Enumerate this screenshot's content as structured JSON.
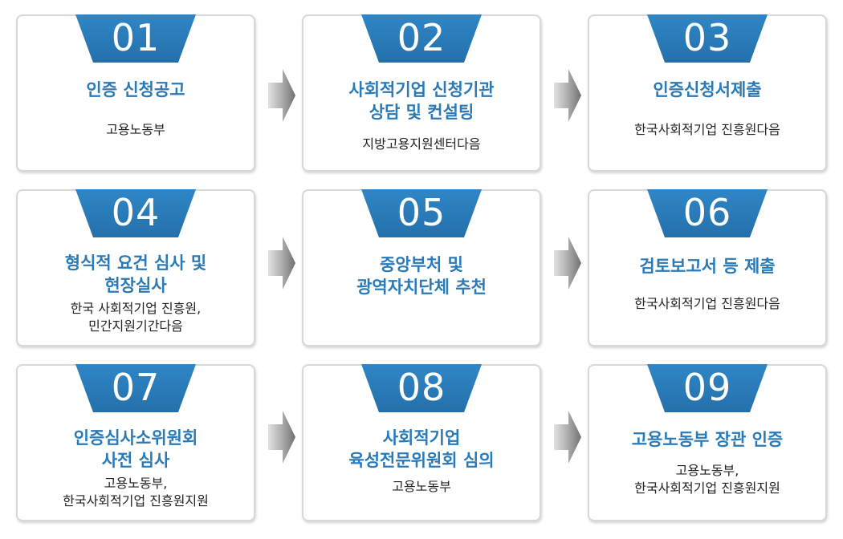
{
  "colors": {
    "accent": "#2a7ab8",
    "card_border": "#d8d8d8",
    "arrow": "#9a9a9a"
  },
  "steps": [
    {
      "number": "01",
      "title": "인증 신청공고",
      "desc": "고용노동부"
    },
    {
      "number": "02",
      "title": "사회적기업 신청기관\n상담 및 컨설팅",
      "desc": "지방고용지원센터다음"
    },
    {
      "number": "03",
      "title": "인증신청서제출",
      "desc": "한국사회적기업 진흥원다음"
    },
    {
      "number": "04",
      "title": "형식적 요건 심사 및\n현장실사",
      "desc": "한국 사회적기업 진흥원,\n민간지원기간다음"
    },
    {
      "number": "05",
      "title": "중앙부처 및\n광역자치단체 추천",
      "desc": ""
    },
    {
      "number": "06",
      "title": "검토보고서 등 제출",
      "desc": "한국사회적기업 진흥원다음"
    },
    {
      "number": "07",
      "title": "인증심사소위원회\n사전 심사",
      "desc": "고용노동부,\n한국사회적기업 진흥원지원"
    },
    {
      "number": "08",
      "title": "사회적기업\n육성전문위원회 심의",
      "desc": "고용노동부"
    },
    {
      "number": "09",
      "title": "고용노동부 장관 인증",
      "desc": "고용노동부,\n한국사회적기업 진흥원지원"
    }
  ],
  "arrows": [
    {
      "icon": "arrow-right-icon"
    },
    {
      "icon": "arrow-right-icon"
    },
    {
      "icon": "arrow-right-icon"
    },
    {
      "icon": "arrow-right-icon"
    },
    {
      "icon": "arrow-right-icon"
    },
    {
      "icon": "arrow-right-icon"
    }
  ]
}
